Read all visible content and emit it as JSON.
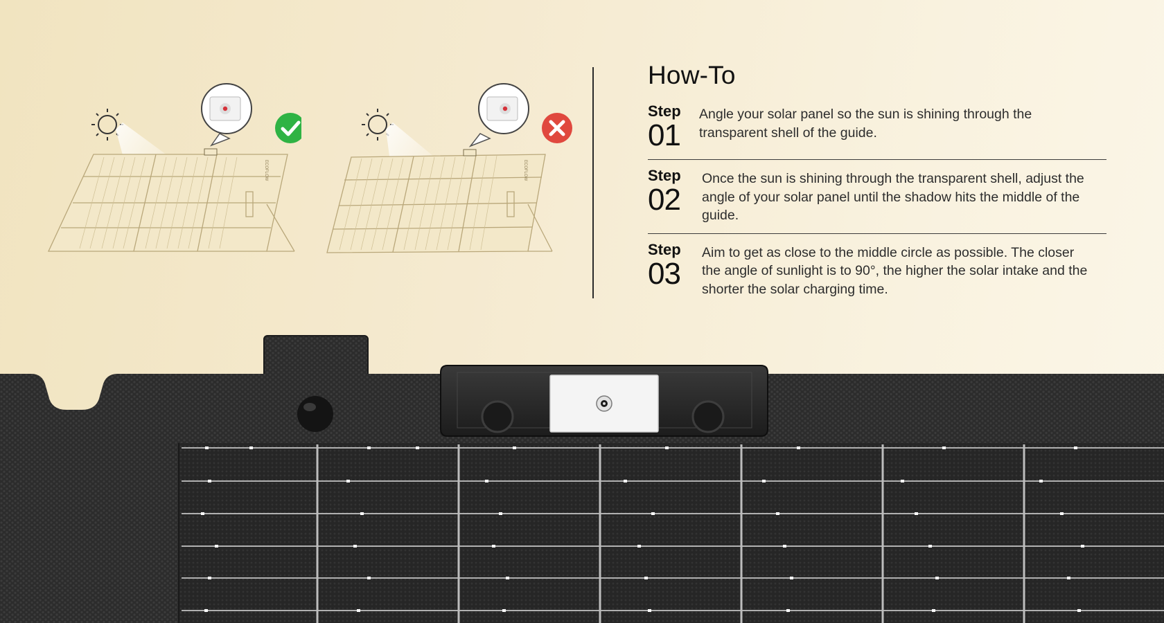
{
  "howto": {
    "title": "How-To",
    "steps": [
      {
        "word": "Step",
        "number": "01",
        "text": "Angle your solar panel so the sun is shining through the transparent shell of the guide."
      },
      {
        "word": "Step",
        "number": "02",
        "text": "Once the sun is shining through the transparent shell, adjust the angle of your solar panel until the shadow hits the middle of the guide."
      },
      {
        "word": "Step",
        "number": "03",
        "text": "Aim to get as close to the middle circle as possible. The closer the angle of sunlight is to 90°, the higher the solar intake and the shorter the solar charging time."
      }
    ]
  },
  "illustrations": {
    "correct": {
      "status_icon": "check-circle-icon",
      "status_color": "#2fb344"
    },
    "wrong": {
      "status_icon": "x-circle-icon",
      "status_color": "#e0483e"
    },
    "panel_brand": "ECOFLOW"
  },
  "colors": {
    "background": "#f5ead0",
    "text": "#1c1c1c",
    "panel_dark": "#2b2b2b"
  }
}
